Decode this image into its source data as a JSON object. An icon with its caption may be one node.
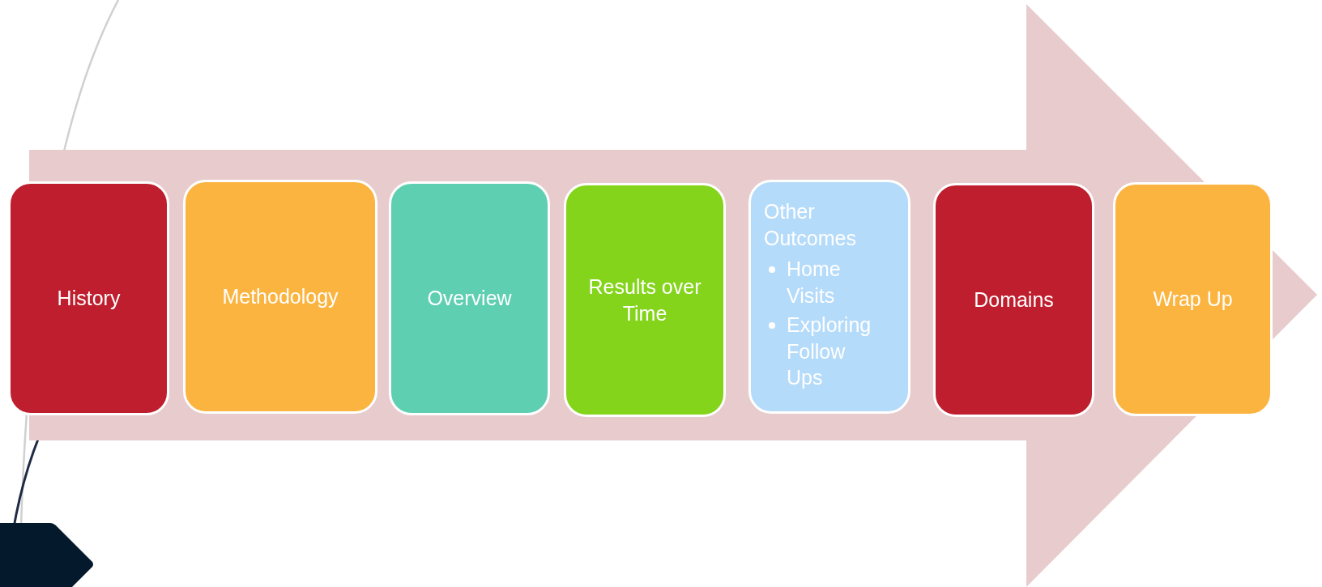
{
  "diagram": {
    "nodes": [
      {
        "text": [
          "History"
        ]
      },
      {
        "text": [
          "Methodology"
        ]
      },
      {
        "text": [
          "Overview"
        ]
      },
      {
        "text": [
          "Results over Time"
        ]
      },
      {
        "text": [
          "Other Outcomes",
          "Home Visits",
          "Exploring Follow Ups"
        ]
      },
      {
        "text": [
          "Domains"
        ]
      },
      {
        "text": [
          "Wrap Up"
        ]
      }
    ]
  }
}
